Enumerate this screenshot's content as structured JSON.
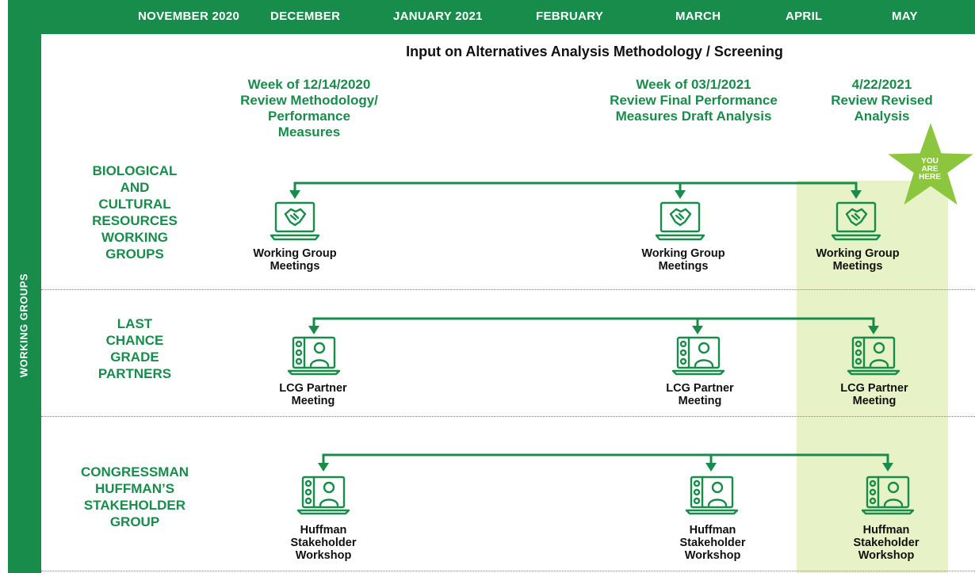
{
  "months": [
    "NOVEMBER 2020",
    "DECEMBER",
    "JANUARY 2021",
    "FEBRUARY",
    "MARCH",
    "APRIL",
    "MAY"
  ],
  "side_label": "WORKING GROUPS",
  "headline": "Input on Alternatives Analysis Methodology / Screening",
  "milestones": [
    {
      "lines": [
        "Week of 12/14/2020",
        "Review Methodology/",
        "Performance",
        "Measures"
      ]
    },
    {
      "lines": [
        "Week of 03/1/2021",
        "Review Final Performance",
        "Measures Draft Analysis"
      ]
    },
    {
      "lines": [
        "4/22/2021",
        "Review Revised",
        "Analysis"
      ]
    }
  ],
  "you_are_here": [
    "YOU",
    "ARE",
    "HERE"
  ],
  "groups": [
    {
      "label": [
        "BIOLOGICAL",
        "AND",
        "CULTURAL",
        "RESOURCES",
        "WORKING",
        "GROUPS"
      ],
      "icon": "handshake-laptop-icon",
      "events": [
        [
          "Working Group",
          "Meetings"
        ],
        [
          "Working Group",
          "Meetings"
        ],
        [
          "Working Group",
          "Meetings"
        ]
      ]
    },
    {
      "label": [
        "LAST",
        "CHANCE",
        "GRADE",
        "PARTNERS"
      ],
      "icon": "video-call-laptop-icon",
      "events": [
        [
          "LCG Partner",
          "Meeting"
        ],
        [
          "LCG Partner",
          "Meeting"
        ],
        [
          "LCG Partner",
          "Meeting"
        ]
      ]
    },
    {
      "label": [
        "CONGRESSMAN",
        "HUFFMAN’S",
        "STAKEHOLDER",
        "GROUP"
      ],
      "icon": "video-call-laptop-icon",
      "events": [
        [
          "Huffman",
          "Stakeholder",
          "Workshop"
        ],
        [
          "Huffman",
          "Stakeholder",
          "Workshop"
        ],
        [
          "Huffman",
          "Stakeholder",
          "Workshop"
        ]
      ]
    }
  ],
  "colors": {
    "brand_green": "#188d4b",
    "highlight": "#e7f2c6",
    "star": "#8cc63f"
  }
}
